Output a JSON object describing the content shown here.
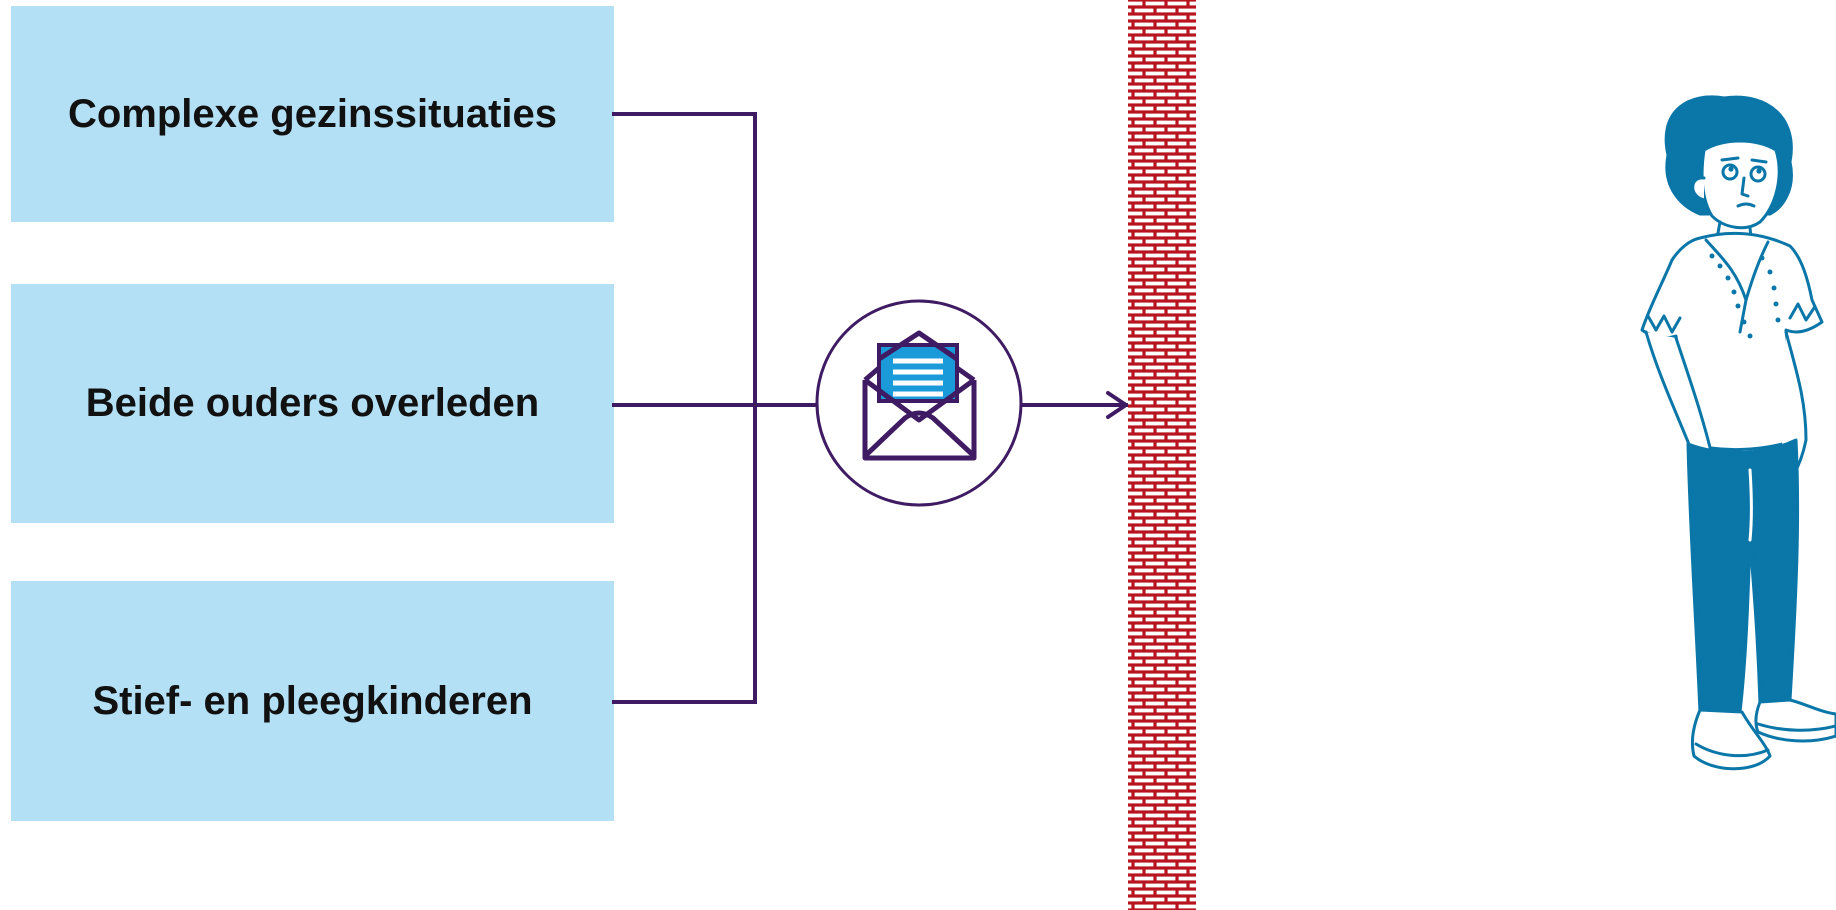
{
  "boxes": [
    {
      "label": "Complexe gezinssituaties"
    },
    {
      "label": "Beide ouders overleden"
    },
    {
      "label": "Stief- en pleegkinderen"
    }
  ],
  "colors": {
    "box_fill": "#b3e0f4",
    "connector": "#3e1b63",
    "wall": "#b8141f",
    "envelope_paper": "#1a9ad9",
    "person": "#0b76a8"
  },
  "icons": {
    "center": "open-envelope-icon",
    "barrier": "brick-wall",
    "figure": "worried-person-illustration"
  }
}
